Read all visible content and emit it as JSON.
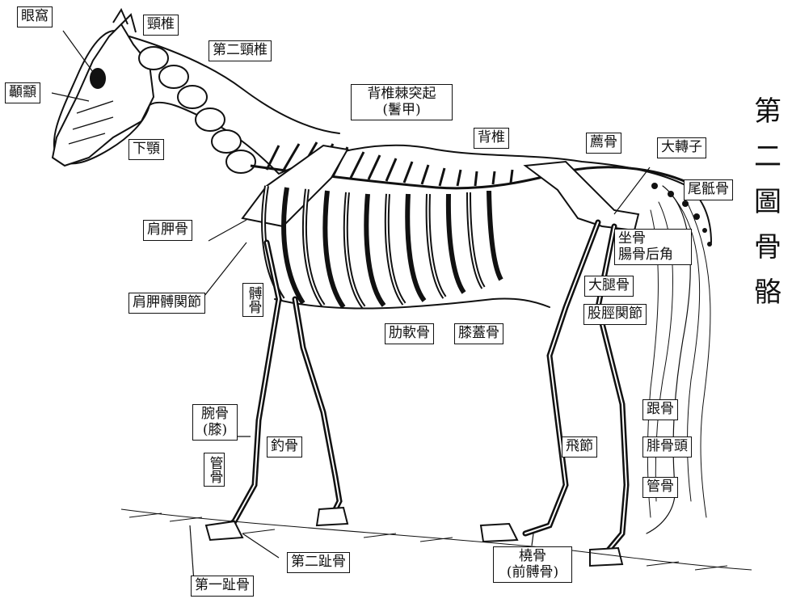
{
  "figure": {
    "title_chars": [
      "第",
      "二",
      "圖",
      "骨",
      "骼"
    ]
  },
  "labels": {
    "orbit": "眼窩",
    "cervical": "頸椎",
    "second_cervical": "第二頸椎",
    "skull": "顳顬",
    "mandible": "下顎",
    "dorsal_spine_1": "背椎棘突起",
    "dorsal_spine_2": "(鬐甲)",
    "dorsal": "背椎",
    "sacrum": "薦骨",
    "trochanter": "大轉子",
    "coccyx": "尾骶骨",
    "scapula": "肩胛骨",
    "ischium_1": "坐骨",
    "ischium_2": "腸骨后角",
    "shoulder_joint": "肩胛髆関節",
    "humerus": "髆骨",
    "femur": "大腿骨",
    "hip_joint": "股脛関節",
    "rib_cartilage": "肋軟骨",
    "patella": "膝蓋骨",
    "carpus_1": "腕骨",
    "carpus_2": "(膝)",
    "cannon_fore": "管骨",
    "sesamoid": "釣骨",
    "hock": "飛節",
    "calcaneus": "跟骨",
    "fibula_head": "腓骨頭",
    "cannon_hind": "管骨",
    "second_phalanx": "第二趾骨",
    "first_phalanx": "第一趾骨",
    "radius_1": "橈骨",
    "radius_2": "(前髆骨)"
  }
}
